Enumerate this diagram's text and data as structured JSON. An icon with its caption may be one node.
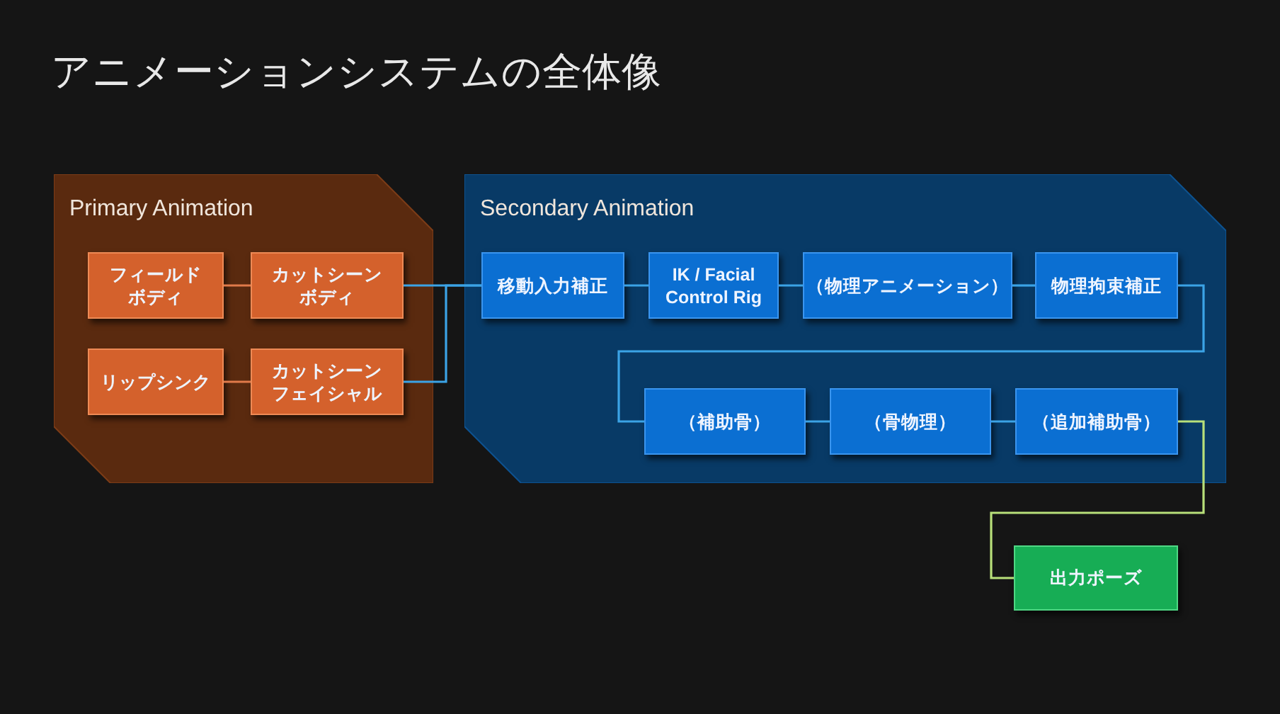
{
  "diagram": {
    "title": "アニメーションシステムの全体像",
    "nodes": [
      {
        "text": [
          "Primary Animation"
        ]
      },
      {
        "text": [
          "フィールドボディ"
        ],
        "in": 0
      },
      {
        "text": [
          "カットシーンボディ"
        ],
        "in": 0
      },
      {
        "text": [
          "リップシンク"
        ],
        "in": 0
      },
      {
        "text": [
          "カットシーンフェイシャル"
        ],
        "in": 0
      },
      {
        "text": [
          "Secondary Animation"
        ]
      },
      {
        "text": [
          "移動入力補正"
        ],
        "in": 5
      },
      {
        "text": [
          "IK / Facial Control Rig"
        ],
        "in": 5
      },
      {
        "text": [
          "（物理アニメーション）"
        ],
        "in": 5
      },
      {
        "text": [
          "物理拘束補正"
        ],
        "in": 5
      },
      {
        "text": [
          "（補助骨）"
        ],
        "in": 5
      },
      {
        "text": [
          "（骨物理）"
        ],
        "in": 5
      },
      {
        "text": [
          "（追加補助骨）"
        ],
        "in": 5
      },
      {
        "text": [
          "出力ポーズ"
        ]
      }
    ],
    "edges": [
      {
        "from": 1,
        "to": 2,
        "arrow": "none",
        "color": "#e07a4a"
      },
      {
        "from": 3,
        "to": 4,
        "arrow": "none",
        "color": "#e07a4a"
      },
      {
        "from": 2,
        "to": 6,
        "arrow": "none"
      },
      {
        "from": 4,
        "to": 6,
        "arrow": "none"
      },
      {
        "from": 6,
        "to": 7,
        "arrow": "none"
      },
      {
        "from": 7,
        "to": 8,
        "arrow": "none"
      },
      {
        "from": 8,
        "to": 9,
        "arrow": "none"
      },
      {
        "from": 9,
        "to": 10,
        "arrow": "none"
      },
      {
        "from": 10,
        "to": 11,
        "arrow": "none"
      },
      {
        "from": 11,
        "to": 12,
        "arrow": "none"
      },
      {
        "from": 12,
        "to": 13,
        "arrow": "none",
        "color": "#b8e07a"
      }
    ]
  }
}
